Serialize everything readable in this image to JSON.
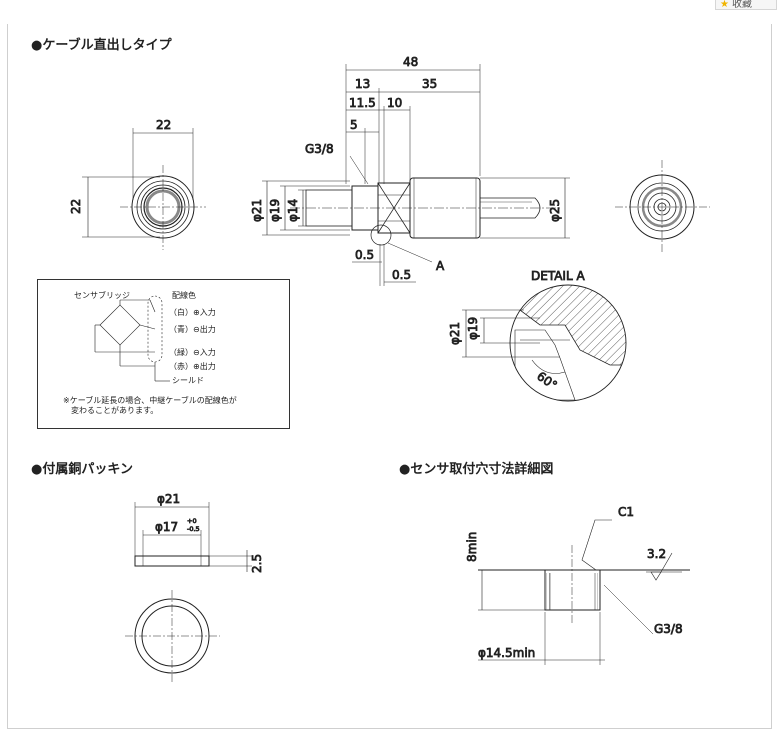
{
  "favorite": {
    "label": "收藏",
    "icon": "star-icon"
  },
  "sections": {
    "cable_type": "●ケーブル直出しタイプ",
    "packing": "●付属銅パッキン",
    "mount_hole": "●センサ取付穴寸法詳細図"
  },
  "front_view": {
    "width": "22",
    "height": "22"
  },
  "side_view": {
    "total": "48",
    "d13": "13",
    "d35": "35",
    "d11_5": "11.5",
    "d10": "10",
    "d5": "5",
    "thread": "G3/8",
    "phi21": "φ21",
    "phi19": "φ19",
    "phi14": "φ14",
    "phi25": "φ25",
    "gap1": "0.5",
    "gap2": "0.5",
    "detail_mark": "A"
  },
  "detail": {
    "title": "DETAIL A",
    "phi21": "φ21",
    "phi19": "φ19",
    "angle": "60°"
  },
  "wiring": {
    "bridge_label": "センサブリッジ",
    "color_label": "配線色",
    "rows": [
      "（白）⊕入力",
      "（青）⊖出力",
      "（緑）⊖入力",
      "（赤）⊕出力"
    ],
    "shield": "シールド",
    "note_line1": "※ケーブル延長の場合、中継ケーブルの配線色が",
    "note_line2": "変わることがあります。"
  },
  "packing": {
    "outer": "φ21",
    "inner": "φ17",
    "tol_plus": "+0",
    "tol_minus": "-0.5",
    "thickness": "2.5"
  },
  "mount_hole": {
    "chamfer": "C1",
    "depth": "8min",
    "roughness": "3.2",
    "thread": "G3/8",
    "diameter": "φ14.5min"
  }
}
